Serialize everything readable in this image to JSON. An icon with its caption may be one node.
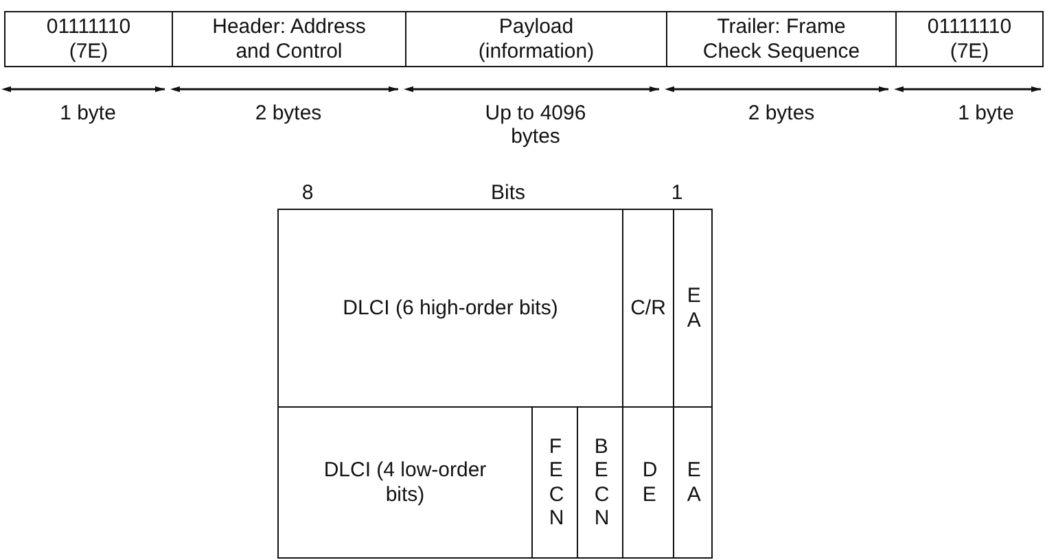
{
  "diagram": {
    "nodes": [
      {
        "text": [
          "01111110 (7E)"
        ]
      },
      {
        "text": [
          "Header: Address and Control"
        ]
      },
      {
        "text": [
          "Payload (information)"
        ]
      },
      {
        "text": [
          "Trailer: Frame Check Sequence"
        ]
      },
      {
        "text": [
          "01111110 (7E)"
        ]
      },
      {
        "text": [
          "DLCI (6 high-order bits)"
        ]
      },
      {
        "text": [
          "C/R"
        ]
      },
      {
        "text": [
          "E A"
        ]
      },
      {
        "text": [
          "DLCI (4 low-order bits)"
        ]
      },
      {
        "text": [
          "F E C N"
        ]
      },
      {
        "text": [
          "B E C N"
        ]
      },
      {
        "text": [
          "D E"
        ]
      },
      {
        "text": [
          "E A"
        ]
      }
    ],
    "edges": [],
    "labels": [
      "1 byte",
      "2 bytes",
      "Up to 4096 bytes",
      "2 bytes",
      "1 byte",
      "8",
      "Bits",
      "1"
    ]
  }
}
